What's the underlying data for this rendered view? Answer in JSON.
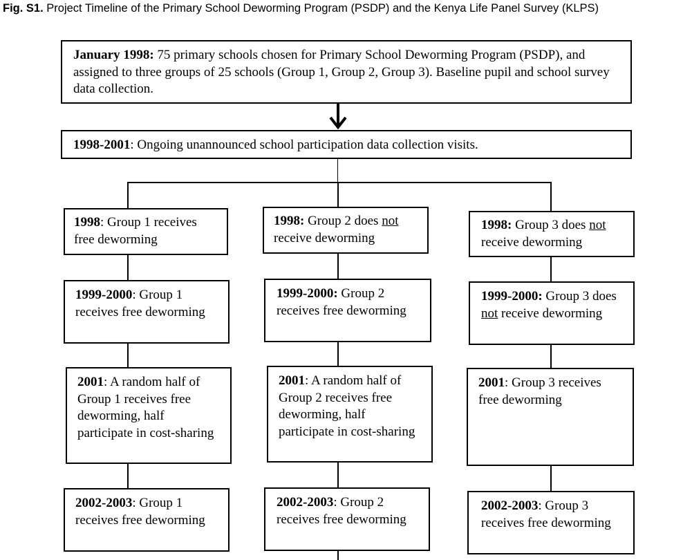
{
  "caption": {
    "label": "Fig. S1.",
    "text": "Project Timeline of the Primary School Deworming Program (PSDP) and the Kenya Life Panel Survey (KLPS)"
  },
  "top_box": {
    "year": "January 1998:",
    "text": " 75 primary schools chosen for Primary School Deworming Program (PSDP), and assigned to three groups of 25 schools (Group 1, Group 2, Group 3). Baseline pupil and school survey data collection."
  },
  "ongoing_box": {
    "year": "1998-2001",
    "text": ": Ongoing unannounced school participation data collection visits."
  },
  "group1": {
    "r1": {
      "year": "1998",
      "text": ": Group 1 receives free deworming"
    },
    "r2": {
      "year": "1999-2000",
      "text": ": Group 1 receives free deworming"
    },
    "r3": {
      "year": "2001",
      "text": ": A random half of Group 1 receives free deworming, half participate in cost-sharing"
    },
    "r4": {
      "year": "2002-2003",
      "text": ": Group 1 receives free deworming"
    }
  },
  "group2": {
    "r1": {
      "year": "1998:",
      "pre": " Group 2 does ",
      "not": "not",
      "post": " receive deworming"
    },
    "r2": {
      "year": "1999-2000:",
      "text": " Group 2 receives free deworming"
    },
    "r3": {
      "year": "2001",
      "text": ": A random half of Group 2 receives free deworming, half participate in cost-sharing"
    },
    "r4": {
      "year": "2002-2003",
      "text": ": Group 2 receives free deworming"
    }
  },
  "group3": {
    "r1": {
      "year": "1998:",
      "pre": " Group 3 does ",
      "not": "not",
      "post": " receive deworming"
    },
    "r2": {
      "year": "1999-2000:",
      "pre": " Group 3 does ",
      "not": "not",
      "post": " receive deworming"
    },
    "r3": {
      "year": "2001",
      "text": ": Group 3 receives free deworming"
    },
    "r4": {
      "year": "2002-2003",
      "text": ": Group 3 receives free deworming"
    }
  }
}
